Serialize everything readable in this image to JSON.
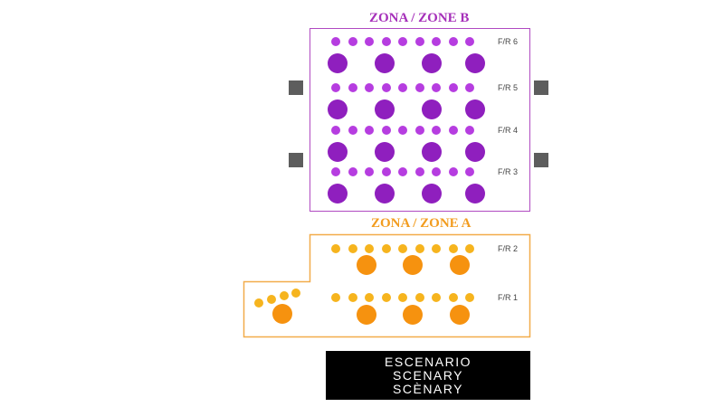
{
  "zone_b": {
    "title": "ZONA / ZONE B",
    "color": "#a52fb9",
    "rows": [
      {
        "label": "F/R 6",
        "small_dots": 9,
        "large_dots": 4
      },
      {
        "label": "F/R 5",
        "small_dots": 9,
        "large_dots": 4
      },
      {
        "label": "F/R 4",
        "small_dots": 9,
        "large_dots": 4
      },
      {
        "label": "F/R 3",
        "small_dots": 9,
        "large_dots": 4
      }
    ]
  },
  "zone_a": {
    "title": "ZONA / ZONE A",
    "color": "#f29c1f",
    "rows": [
      {
        "label": "F/R 2",
        "small_dots": 9,
        "large_dots": 3
      },
      {
        "label": "F/R 1",
        "small_dots": 9,
        "large_dots": 3
      }
    ],
    "side_section": {
      "small_dots": 4,
      "large_dots": 1
    }
  },
  "stage": {
    "lines": [
      "ESCENARIO",
      "SCENARY",
      "SCÈNARY"
    ]
  },
  "side_blocks": {
    "count": 4,
    "color": "#5d5d5d"
  }
}
